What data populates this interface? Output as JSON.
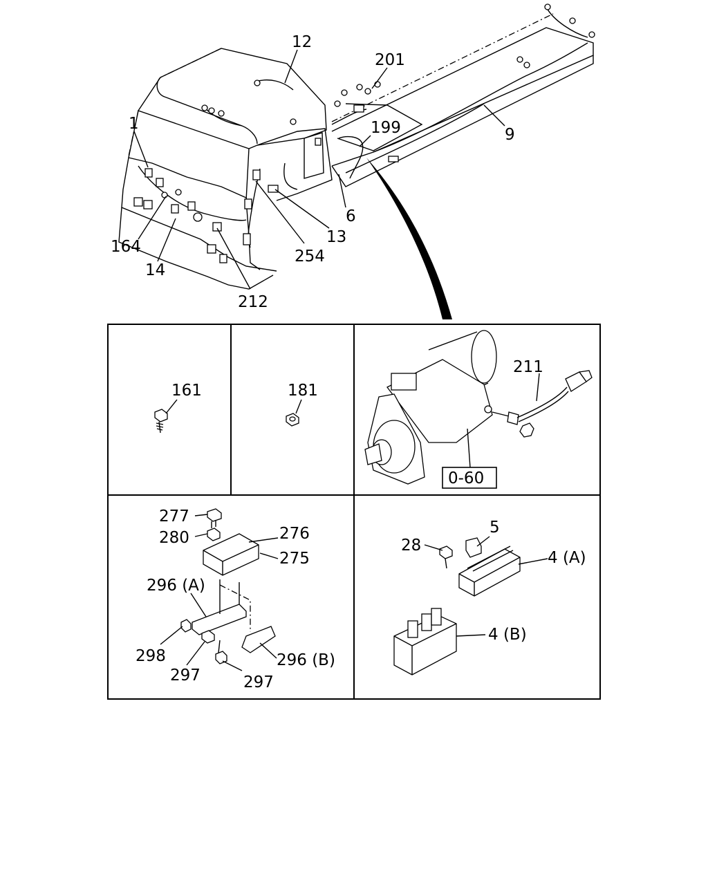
{
  "top_callouts": {
    "c1": "1",
    "c12": "12",
    "c201": "201",
    "c199": "199",
    "c9": "9",
    "c6": "6",
    "c13": "13",
    "c254": "254",
    "c164": "164",
    "c14": "14",
    "c212": "212"
  },
  "panel_161": {
    "label": "161"
  },
  "panel_181": {
    "label": "181"
  },
  "panel_starter": {
    "label_211": "211",
    "ref_box": "0-60"
  },
  "panel_bracket": {
    "c277": "277",
    "c280": "280",
    "c276": "276",
    "c275": "275",
    "c296a": "296 (A)",
    "c298": "298",
    "c297a": "297",
    "c297b": "297",
    "c296b": "296 (B)"
  },
  "panel_fuse": {
    "c5": "5",
    "c28": "28",
    "c4a": "4 (A)",
    "c4b": "4 (B)"
  }
}
